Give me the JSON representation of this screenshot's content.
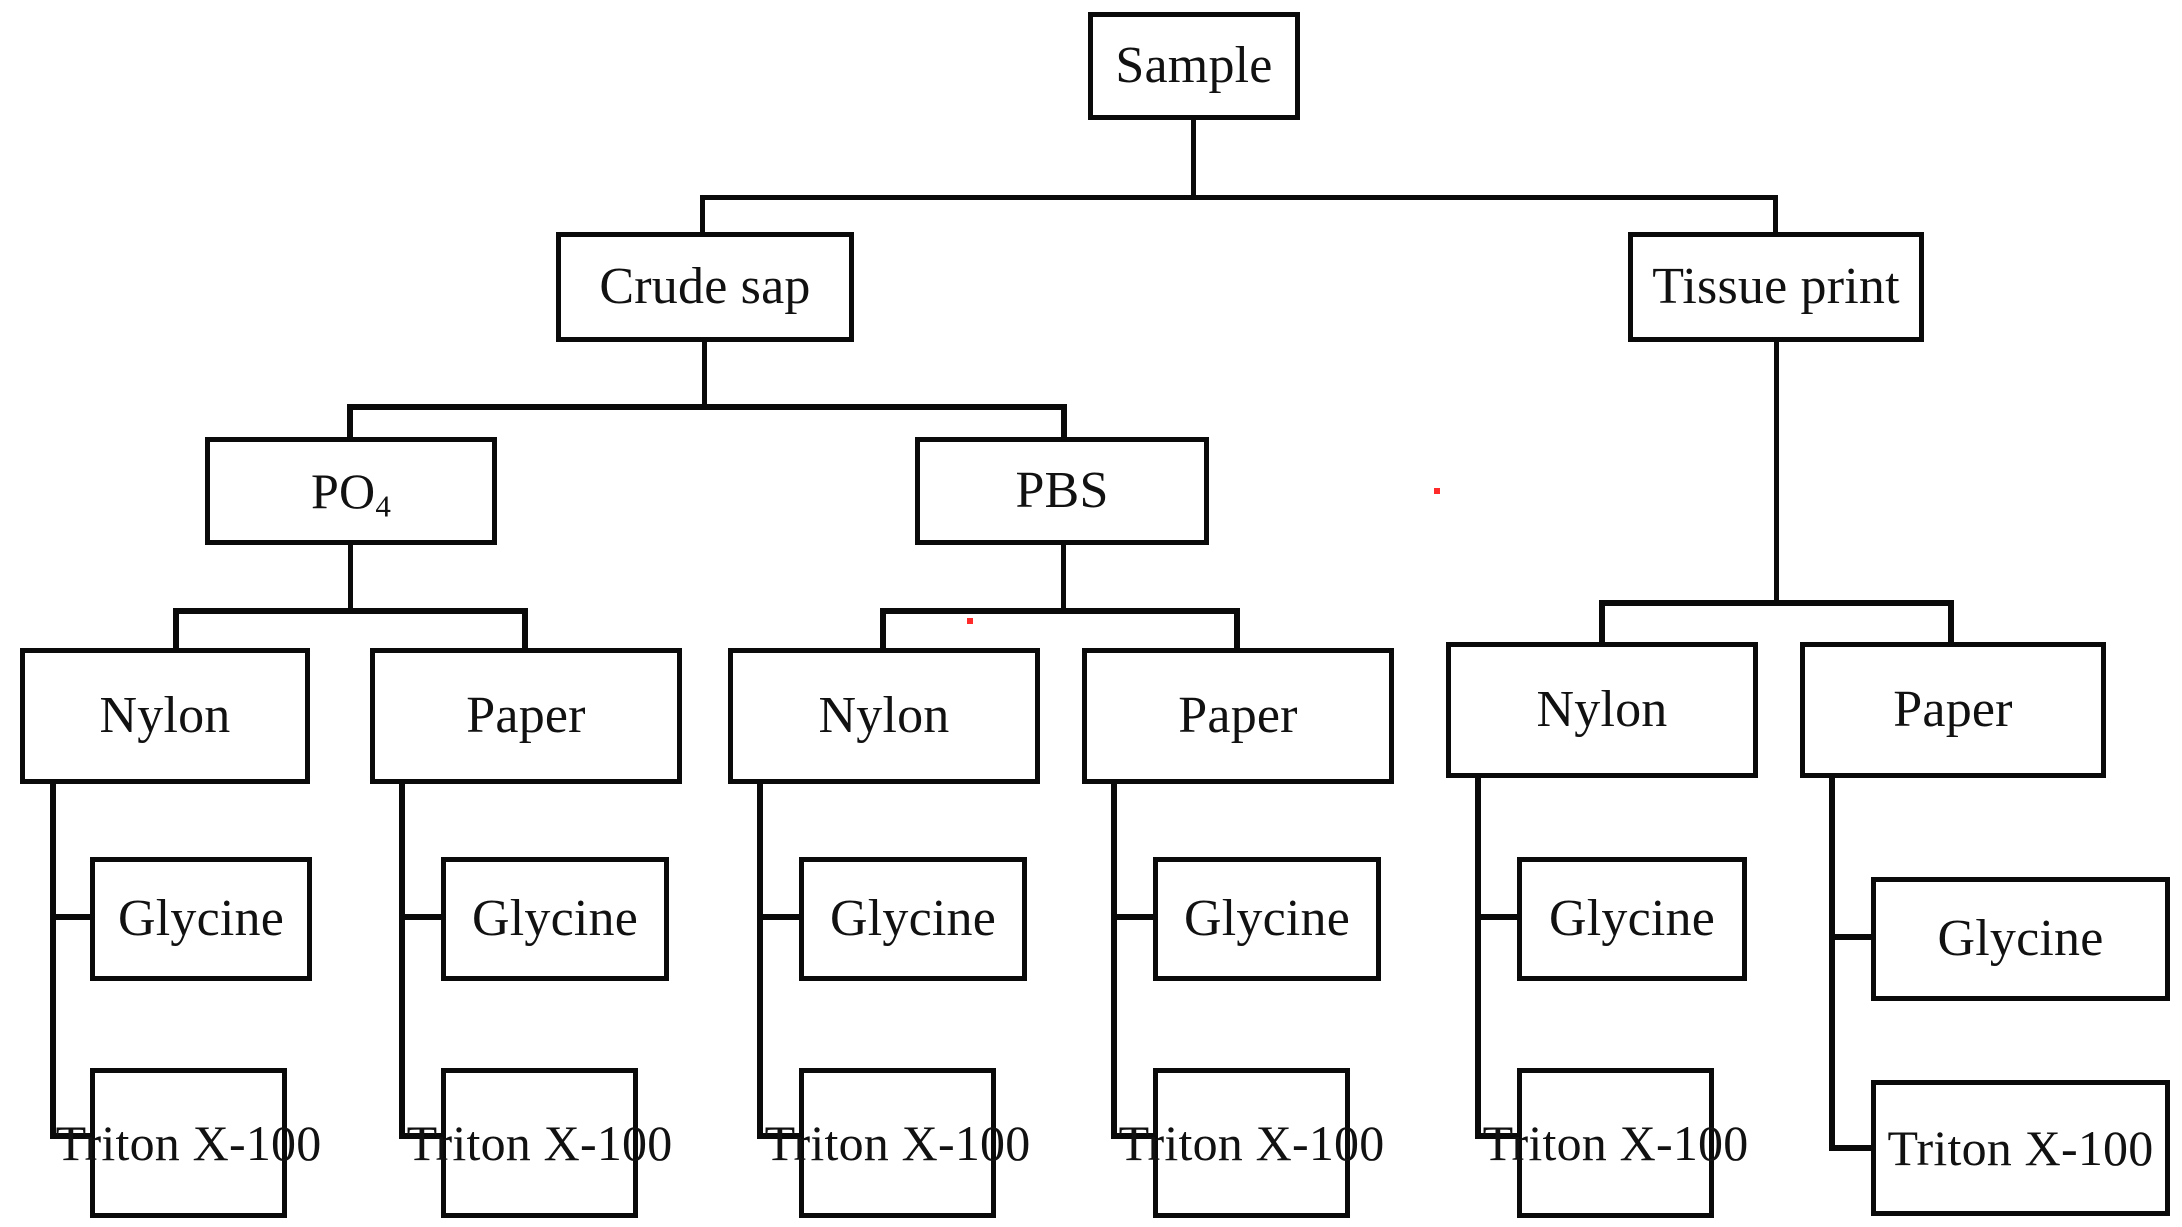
{
  "diagram": {
    "title": "Sample processing flowchart",
    "type": "tree-flowchart",
    "colors": {
      "stroke": "#0a0a0a",
      "fill": "#ffffff",
      "text": "#111111",
      "artifact": "#ff2b2b"
    },
    "root": {
      "label": "Sample"
    },
    "level2": [
      {
        "label": "Crude sap"
      },
      {
        "label": "Tissue print"
      }
    ],
    "level3": [
      {
        "label_prefix": "PO",
        "label_sub": "4",
        "label": "PO4"
      },
      {
        "label": "PBS"
      }
    ],
    "membranes": [
      {
        "label": "Nylon"
      },
      {
        "label": "Paper"
      },
      {
        "label": "Nylon"
      },
      {
        "label": "Paper"
      },
      {
        "label": "Nylon"
      },
      {
        "label": "Paper"
      }
    ],
    "blocking_glycine": [
      {
        "label": "Glycine"
      },
      {
        "label": "Glycine"
      },
      {
        "label": "Glycine"
      },
      {
        "label": "Glycine"
      },
      {
        "label": "Glycine"
      },
      {
        "label": "Glycine"
      }
    ],
    "blocking_triton": [
      {
        "label": "Triton X-100"
      },
      {
        "label": "Triton X-100"
      },
      {
        "label": "Triton X-100"
      },
      {
        "label": "Triton X-100"
      },
      {
        "label": "Triton X-100"
      },
      {
        "label": "Triton X-100"
      }
    ]
  }
}
